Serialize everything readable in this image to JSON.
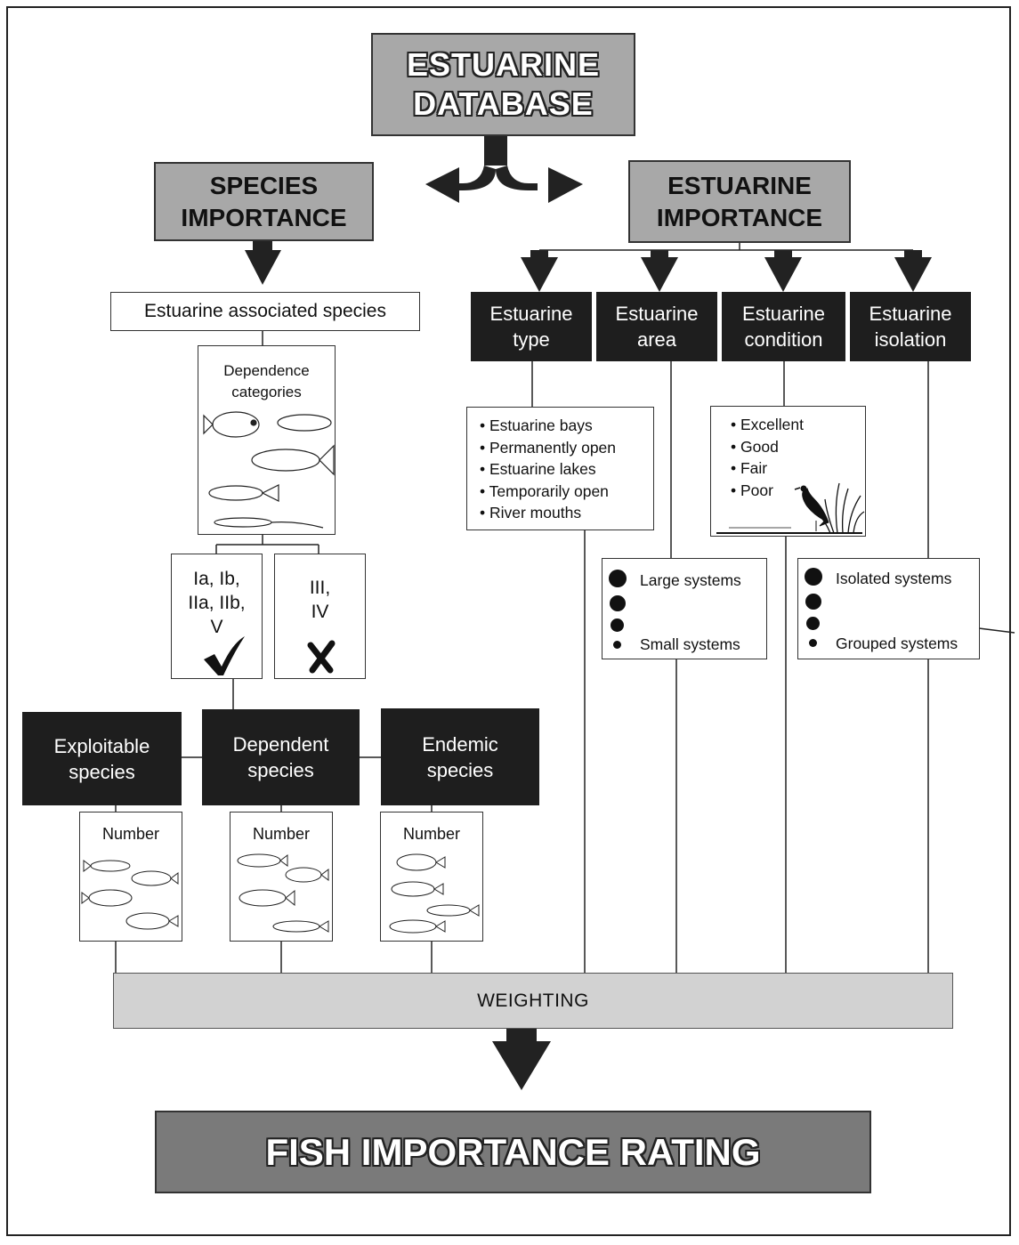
{
  "top": {
    "line1": "ESTUARINE",
    "line2": "DATABASE"
  },
  "species_importance": {
    "line1": "SPECIES",
    "line2": "IMPORTANCE"
  },
  "estuarine_importance": {
    "line1": "ESTUARINE",
    "line2": "IMPORTANCE"
  },
  "associated_species": "Estuarine associated species",
  "dependence": {
    "line1": "Dependence",
    "line2": "categories"
  },
  "categories_yes": {
    "line1": "Ia, Ib,",
    "line2": "IIa, IIb,",
    "line3": "V"
  },
  "categories_no": {
    "line1": "III,",
    "line2": "IV"
  },
  "species_boxes": [
    {
      "line1": "Exploitable",
      "line2": "species"
    },
    {
      "line1": "Dependent",
      "line2": "species"
    },
    {
      "line1": "Endemic",
      "line2": "species"
    }
  ],
  "number_label": "Number",
  "estuarine_boxes": [
    {
      "line1": "Estuarine",
      "line2": "type"
    },
    {
      "line1": "Estuarine",
      "line2": "area"
    },
    {
      "line1": "Estuarine",
      "line2": "condition"
    },
    {
      "line1": "Estuarine",
      "line2": "isolation"
    }
  ],
  "type_list": [
    "• Estuarine bays",
    "• Permanently open",
    "• Estuarine lakes",
    "• Temporarily open",
    "• River mouths"
  ],
  "condition_list": [
    "• Excellent",
    "• Good",
    "• Fair",
    "• Poor"
  ],
  "area_legend": {
    "top": "Large systems",
    "bottom": "Small systems"
  },
  "isolation_legend": {
    "top": "Isolated systems",
    "bottom": "Grouped systems"
  },
  "weighting": "WEIGHTING",
  "rating": "FISH IMPORTANCE RATING",
  "colors": {
    "grey_box": "#a8a8a8",
    "dark_box": "#1e1e1e",
    "weighting_bar": "#d2d2d2",
    "rating_box": "#7a7a7a"
  }
}
